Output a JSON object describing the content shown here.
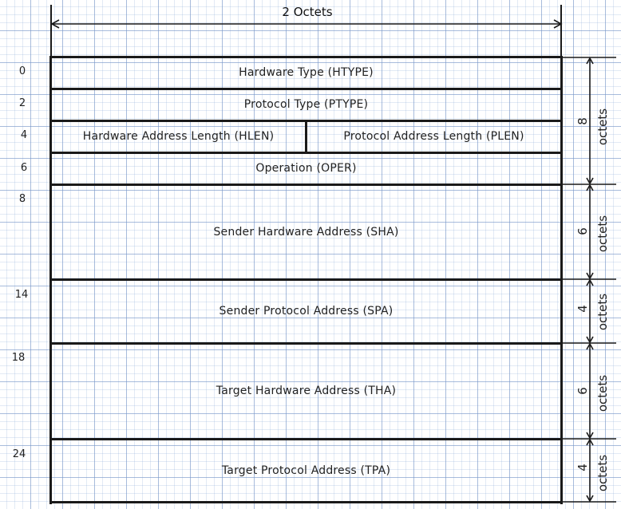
{
  "width_label": "2 Octets",
  "offsets": [
    "0",
    "2",
    "4",
    "6",
    "8",
    "14",
    "18",
    "24"
  ],
  "fields": {
    "htype": "Hardware Type (HTYPE)",
    "ptype": "Protocol Type (PTYPE)",
    "hlen": "Hardware Address Length (HLEN)",
    "plen": "Protocol Address Length (PLEN)",
    "oper": "Operation (OPER)",
    "sha": "Sender Hardware Address (SHA)",
    "spa": "Sender Protocol Address (SPA)",
    "tha": "Target Hardware Address (THA)",
    "tpa": "Target Protocol Address (TPA)"
  },
  "sizes": [
    {
      "count": "8",
      "unit": "octets"
    },
    {
      "count": "6",
      "unit": "octets"
    },
    {
      "count": "4",
      "unit": "octets"
    },
    {
      "count": "6",
      "unit": "octets"
    },
    {
      "count": "4",
      "unit": "octets"
    }
  ]
}
